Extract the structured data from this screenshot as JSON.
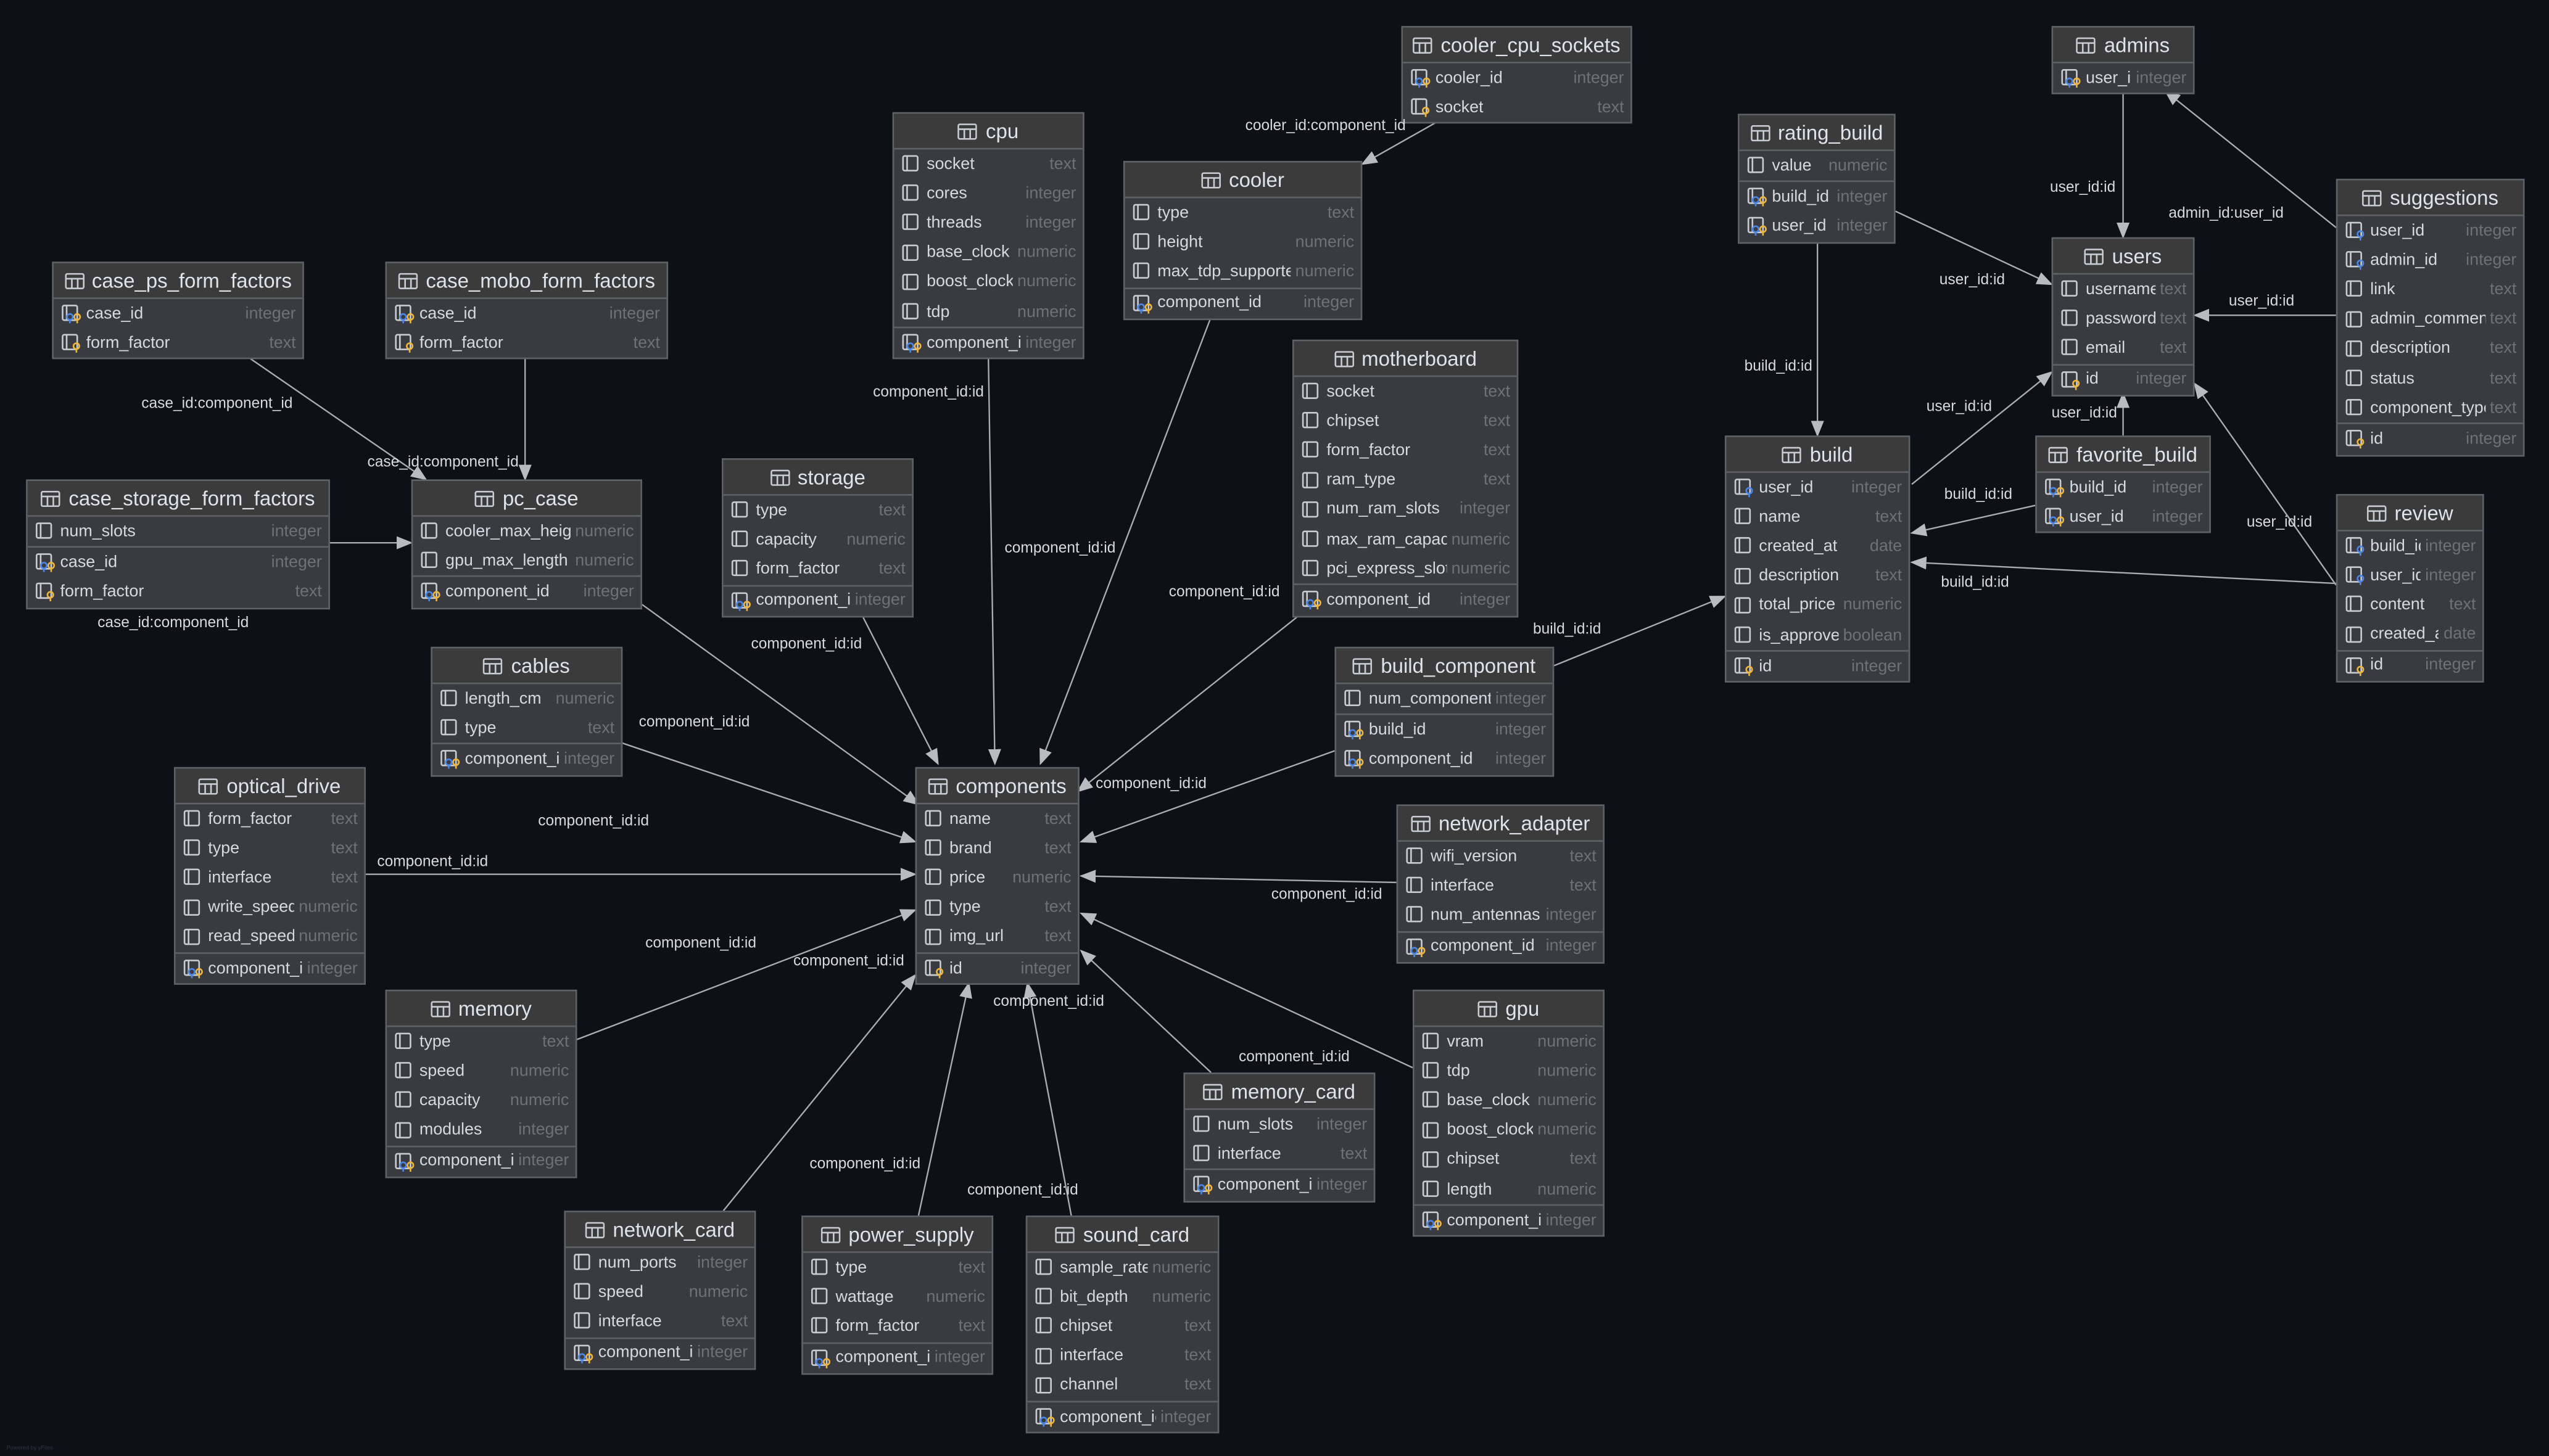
{
  "tables": [
    {
      "name": "cooler_cpu_sockets",
      "columns": [
        {
          "name": "cooler_id",
          "type": "integer",
          "key": "pkfk",
          "pk": true
        },
        {
          "name": "socket",
          "type": "text",
          "key": "pk",
          "pk": true
        }
      ]
    },
    {
      "name": "admins",
      "columns": [
        {
          "name": "user_id",
          "type": "integer",
          "key": "pkfk",
          "pk": true
        }
      ]
    },
    {
      "name": "cpu",
      "columns": [
        {
          "name": "socket",
          "type": "text",
          "key": ""
        },
        {
          "name": "cores",
          "type": "integer",
          "key": ""
        },
        {
          "name": "threads",
          "type": "integer",
          "key": ""
        },
        {
          "name": "base_clock",
          "type": "numeric",
          "key": ""
        },
        {
          "name": "boost_clock",
          "type": "numeric",
          "key": ""
        },
        {
          "name": "tdp",
          "type": "numeric",
          "key": ""
        },
        {
          "name": "component_id",
          "type": "integer",
          "key": "pkfk",
          "pk": true
        }
      ]
    },
    {
      "name": "rating_build",
      "columns": [
        {
          "name": "value",
          "type": "numeric",
          "key": ""
        },
        {
          "name": "build_id",
          "type": "integer",
          "key": "pkfk",
          "pk": true
        },
        {
          "name": "user_id",
          "type": "integer",
          "key": "pkfk",
          "pk": true
        }
      ]
    },
    {
      "name": "cooler",
      "columns": [
        {
          "name": "type",
          "type": "text",
          "key": ""
        },
        {
          "name": "height",
          "type": "numeric",
          "key": ""
        },
        {
          "name": "max_tdp_supported",
          "type": "numeric",
          "key": ""
        },
        {
          "name": "component_id",
          "type": "integer",
          "key": "pkfk",
          "pk": true
        }
      ]
    },
    {
      "name": "suggestions",
      "columns": [
        {
          "name": "user_id",
          "type": "integer",
          "key": "fk"
        },
        {
          "name": "admin_id",
          "type": "integer",
          "key": "fk"
        },
        {
          "name": "link",
          "type": "text",
          "key": ""
        },
        {
          "name": "admin_comment",
          "type": "text",
          "key": ""
        },
        {
          "name": "description",
          "type": "text",
          "key": ""
        },
        {
          "name": "status",
          "type": "text",
          "key": ""
        },
        {
          "name": "component_type",
          "type": "text",
          "key": ""
        },
        {
          "name": "id",
          "type": "integer",
          "key": "pk",
          "pk": true
        }
      ]
    },
    {
      "name": "users",
      "columns": [
        {
          "name": "username",
          "type": "text",
          "key": ""
        },
        {
          "name": "password",
          "type": "text",
          "key": ""
        },
        {
          "name": "email",
          "type": "text",
          "key": ""
        },
        {
          "name": "id",
          "type": "integer",
          "key": "pk",
          "pk": true
        }
      ]
    },
    {
      "name": "case_ps_form_factors",
      "columns": [
        {
          "name": "case_id",
          "type": "integer",
          "key": "pkfk",
          "pk": true
        },
        {
          "name": "form_factor",
          "type": "text",
          "key": "pk",
          "pk": true
        }
      ]
    },
    {
      "name": "case_mobo_form_factors",
      "columns": [
        {
          "name": "case_id",
          "type": "integer",
          "key": "pkfk",
          "pk": true
        },
        {
          "name": "form_factor",
          "type": "text",
          "key": "pk",
          "pk": true
        }
      ]
    },
    {
      "name": "motherboard",
      "columns": [
        {
          "name": "socket",
          "type": "text",
          "key": ""
        },
        {
          "name": "chipset",
          "type": "text",
          "key": ""
        },
        {
          "name": "form_factor",
          "type": "text",
          "key": ""
        },
        {
          "name": "ram_type",
          "type": "text",
          "key": ""
        },
        {
          "name": "num_ram_slots",
          "type": "integer",
          "key": ""
        },
        {
          "name": "max_ram_capacity",
          "type": "numeric",
          "key": ""
        },
        {
          "name": "pci_express_slots",
          "type": "numeric",
          "key": ""
        },
        {
          "name": "component_id",
          "type": "integer",
          "key": "pkfk",
          "pk": true
        }
      ]
    },
    {
      "name": "build",
      "columns": [
        {
          "name": "user_id",
          "type": "integer",
          "key": "fk"
        },
        {
          "name": "name",
          "type": "text",
          "key": ""
        },
        {
          "name": "created_at",
          "type": "date",
          "key": ""
        },
        {
          "name": "description",
          "type": "text",
          "key": ""
        },
        {
          "name": "total_price",
          "type": "numeric",
          "key": ""
        },
        {
          "name": "is_approved",
          "type": "boolean",
          "key": ""
        },
        {
          "name": "id",
          "type": "integer",
          "key": "pk",
          "pk": true
        }
      ]
    },
    {
      "name": "favorite_build",
      "columns": [
        {
          "name": "build_id",
          "type": "integer",
          "key": "pkfk",
          "pk": true
        },
        {
          "name": "user_id",
          "type": "integer",
          "key": "pkfk",
          "pk": true
        }
      ]
    },
    {
      "name": "storage",
      "columns": [
        {
          "name": "type",
          "type": "text",
          "key": ""
        },
        {
          "name": "capacity",
          "type": "numeric",
          "key": ""
        },
        {
          "name": "form_factor",
          "type": "text",
          "key": ""
        },
        {
          "name": "component_id",
          "type": "integer",
          "key": "pkfk",
          "pk": true
        }
      ]
    },
    {
      "name": "case_storage_form_factors",
      "columns": [
        {
          "name": "num_slots",
          "type": "integer",
          "key": ""
        },
        {
          "name": "case_id",
          "type": "integer",
          "key": "pkfk",
          "pk": true
        },
        {
          "name": "form_factor",
          "type": "text",
          "key": "pk",
          "pk": true
        }
      ]
    },
    {
      "name": "pc_case",
      "columns": [
        {
          "name": "cooler_max_height",
          "type": "numeric",
          "key": ""
        },
        {
          "name": "gpu_max_length",
          "type": "numeric",
          "key": ""
        },
        {
          "name": "component_id",
          "type": "integer",
          "key": "pkfk",
          "pk": true
        }
      ]
    },
    {
      "name": "review",
      "columns": [
        {
          "name": "build_id",
          "type": "integer",
          "key": "fk"
        },
        {
          "name": "user_id",
          "type": "integer",
          "key": "fk"
        },
        {
          "name": "content",
          "type": "text",
          "key": ""
        },
        {
          "name": "created_at",
          "type": "date",
          "key": ""
        },
        {
          "name": "id",
          "type": "integer",
          "key": "pk",
          "pk": true
        }
      ]
    },
    {
      "name": "cables",
      "columns": [
        {
          "name": "length_cm",
          "type": "numeric",
          "key": ""
        },
        {
          "name": "type",
          "type": "text",
          "key": ""
        },
        {
          "name": "component_id",
          "type": "integer",
          "key": "pkfk",
          "pk": true
        }
      ]
    },
    {
      "name": "build_component",
      "columns": [
        {
          "name": "num_components",
          "type": "integer",
          "key": ""
        },
        {
          "name": "build_id",
          "type": "integer",
          "key": "pkfk",
          "pk": true
        },
        {
          "name": "component_id",
          "type": "integer",
          "key": "pkfk",
          "pk": true
        }
      ]
    },
    {
      "name": "components",
      "columns": [
        {
          "name": "name",
          "type": "text",
          "key": ""
        },
        {
          "name": "brand",
          "type": "text",
          "key": ""
        },
        {
          "name": "price",
          "type": "numeric",
          "key": ""
        },
        {
          "name": "type",
          "type": "text",
          "key": ""
        },
        {
          "name": "img_url",
          "type": "text",
          "key": ""
        },
        {
          "name": "id",
          "type": "integer",
          "key": "pk",
          "pk": true
        }
      ]
    },
    {
      "name": "optical_drive",
      "columns": [
        {
          "name": "form_factor",
          "type": "text",
          "key": ""
        },
        {
          "name": "type",
          "type": "text",
          "key": ""
        },
        {
          "name": "interface",
          "type": "text",
          "key": ""
        },
        {
          "name": "write_speed",
          "type": "numeric",
          "key": ""
        },
        {
          "name": "read_speed",
          "type": "numeric",
          "key": ""
        },
        {
          "name": "component_id",
          "type": "integer",
          "key": "pkfk",
          "pk": true
        }
      ]
    },
    {
      "name": "network_adapter",
      "columns": [
        {
          "name": "wifi_version",
          "type": "text",
          "key": ""
        },
        {
          "name": "interface",
          "type": "text",
          "key": ""
        },
        {
          "name": "num_antennas",
          "type": "integer",
          "key": ""
        },
        {
          "name": "component_id",
          "type": "integer",
          "key": "pkfk",
          "pk": true
        }
      ]
    },
    {
      "name": "memory",
      "columns": [
        {
          "name": "type",
          "type": "text",
          "key": ""
        },
        {
          "name": "speed",
          "type": "numeric",
          "key": ""
        },
        {
          "name": "capacity",
          "type": "numeric",
          "key": ""
        },
        {
          "name": "modules",
          "type": "integer",
          "key": ""
        },
        {
          "name": "component_id",
          "type": "integer",
          "key": "pkfk",
          "pk": true
        }
      ]
    },
    {
      "name": "gpu",
      "columns": [
        {
          "name": "vram",
          "type": "numeric",
          "key": ""
        },
        {
          "name": "tdp",
          "type": "numeric",
          "key": ""
        },
        {
          "name": "base_clock",
          "type": "numeric",
          "key": ""
        },
        {
          "name": "boost_clock",
          "type": "numeric",
          "key": ""
        },
        {
          "name": "chipset",
          "type": "text",
          "key": ""
        },
        {
          "name": "length",
          "type": "numeric",
          "key": ""
        },
        {
          "name": "component_id",
          "type": "integer",
          "key": "pkfk",
          "pk": true
        }
      ]
    },
    {
      "name": "memory_card",
      "columns": [
        {
          "name": "num_slots",
          "type": "integer",
          "key": ""
        },
        {
          "name": "interface",
          "type": "text",
          "key": ""
        },
        {
          "name": "component_id",
          "type": "integer",
          "key": "pkfk",
          "pk": true
        }
      ]
    },
    {
      "name": "network_card",
      "columns": [
        {
          "name": "num_ports",
          "type": "integer",
          "key": ""
        },
        {
          "name": "speed",
          "type": "numeric",
          "key": ""
        },
        {
          "name": "interface",
          "type": "text",
          "key": ""
        },
        {
          "name": "component_id",
          "type": "integer",
          "key": "pkfk",
          "pk": true
        }
      ]
    },
    {
      "name": "power_supply",
      "columns": [
        {
          "name": "type",
          "type": "text",
          "key": ""
        },
        {
          "name": "wattage",
          "type": "numeric",
          "key": ""
        },
        {
          "name": "form_factor",
          "type": "text",
          "key": ""
        },
        {
          "name": "component_id",
          "type": "integer",
          "key": "pkfk",
          "pk": true
        }
      ]
    },
    {
      "name": "sound_card",
      "columns": [
        {
          "name": "sample_rate",
          "type": "numeric",
          "key": ""
        },
        {
          "name": "bit_depth",
          "type": "numeric",
          "key": ""
        },
        {
          "name": "chipset",
          "type": "text",
          "key": ""
        },
        {
          "name": "interface",
          "type": "text",
          "key": ""
        },
        {
          "name": "channel",
          "type": "text",
          "key": ""
        },
        {
          "name": "component_id",
          "type": "integer",
          "key": "pkfk",
          "pk": true
        }
      ]
    }
  ],
  "edges": [
    {
      "from": "cooler_cpu_sockets",
      "to": "cooler",
      "label": "cooler_id:component_id"
    },
    {
      "from": "cpu",
      "to": "components",
      "label": "component_id:id"
    },
    {
      "from": "cooler",
      "to": "components",
      "label": "component_id:id"
    },
    {
      "from": "motherboard",
      "to": "components",
      "label": "component_id:id"
    },
    {
      "from": "storage",
      "to": "components",
      "label": "component_id:id"
    },
    {
      "from": "pc_case",
      "to": "components",
      "label": "component_id:id"
    },
    {
      "from": "cables",
      "to": "components",
      "label": "component_id:id"
    },
    {
      "from": "optical_drive",
      "to": "components",
      "label": "component_id:id"
    },
    {
      "from": "memory",
      "to": "components",
      "label": "component_id:id"
    },
    {
      "from": "network_card",
      "to": "components",
      "label": "component_id:id"
    },
    {
      "from": "power_supply",
      "to": "components",
      "label": "component_id:id"
    },
    {
      "from": "sound_card",
      "to": "components",
      "label": "component_id:id"
    },
    {
      "from": "memory_card",
      "to": "components",
      "label": "component_id:id"
    },
    {
      "from": "gpu",
      "to": "components",
      "label": "component_id:id"
    },
    {
      "from": "network_adapter",
      "to": "components",
      "label": "component_id:id"
    },
    {
      "from": "build_component",
      "to": "components",
      "label": "component_id:id"
    },
    {
      "from": "build_component",
      "to": "build",
      "label": "build_id:id"
    },
    {
      "from": "case_ps_form_factors",
      "to": "pc_case",
      "label": "case_id:component_id"
    },
    {
      "from": "case_mobo_form_factors",
      "to": "pc_case",
      "label": "case_id:component_id"
    },
    {
      "from": "case_storage_form_factors",
      "to": "pc_case",
      "label": "case_id:component_id"
    },
    {
      "from": "admins",
      "to": "users",
      "label": "user_id:id"
    },
    {
      "from": "suggestions",
      "to": "admins",
      "label": "admin_id:user_id"
    },
    {
      "from": "suggestions",
      "to": "users",
      "label": "user_id:id"
    },
    {
      "from": "rating_build",
      "to": "users",
      "label": "user_id:id"
    },
    {
      "from": "rating_build",
      "to": "build",
      "label": "build_id:id"
    },
    {
      "from": "build",
      "to": "users",
      "label": "user_id:id"
    },
    {
      "from": "favorite_build",
      "to": "users",
      "label": "user_id:id"
    },
    {
      "from": "favorite_build",
      "to": "build",
      "label": "build_id:id"
    },
    {
      "from": "review",
      "to": "users",
      "label": "user_id:id"
    },
    {
      "from": "review",
      "to": "build",
      "label": "build_id:id"
    }
  ],
  "colors": {
    "background": "#0d1017",
    "fk_key": "#4a86e8",
    "pk_key": "#f0b63c",
    "edge": "#a9acb1"
  },
  "credit": "Powered by yFiles"
}
